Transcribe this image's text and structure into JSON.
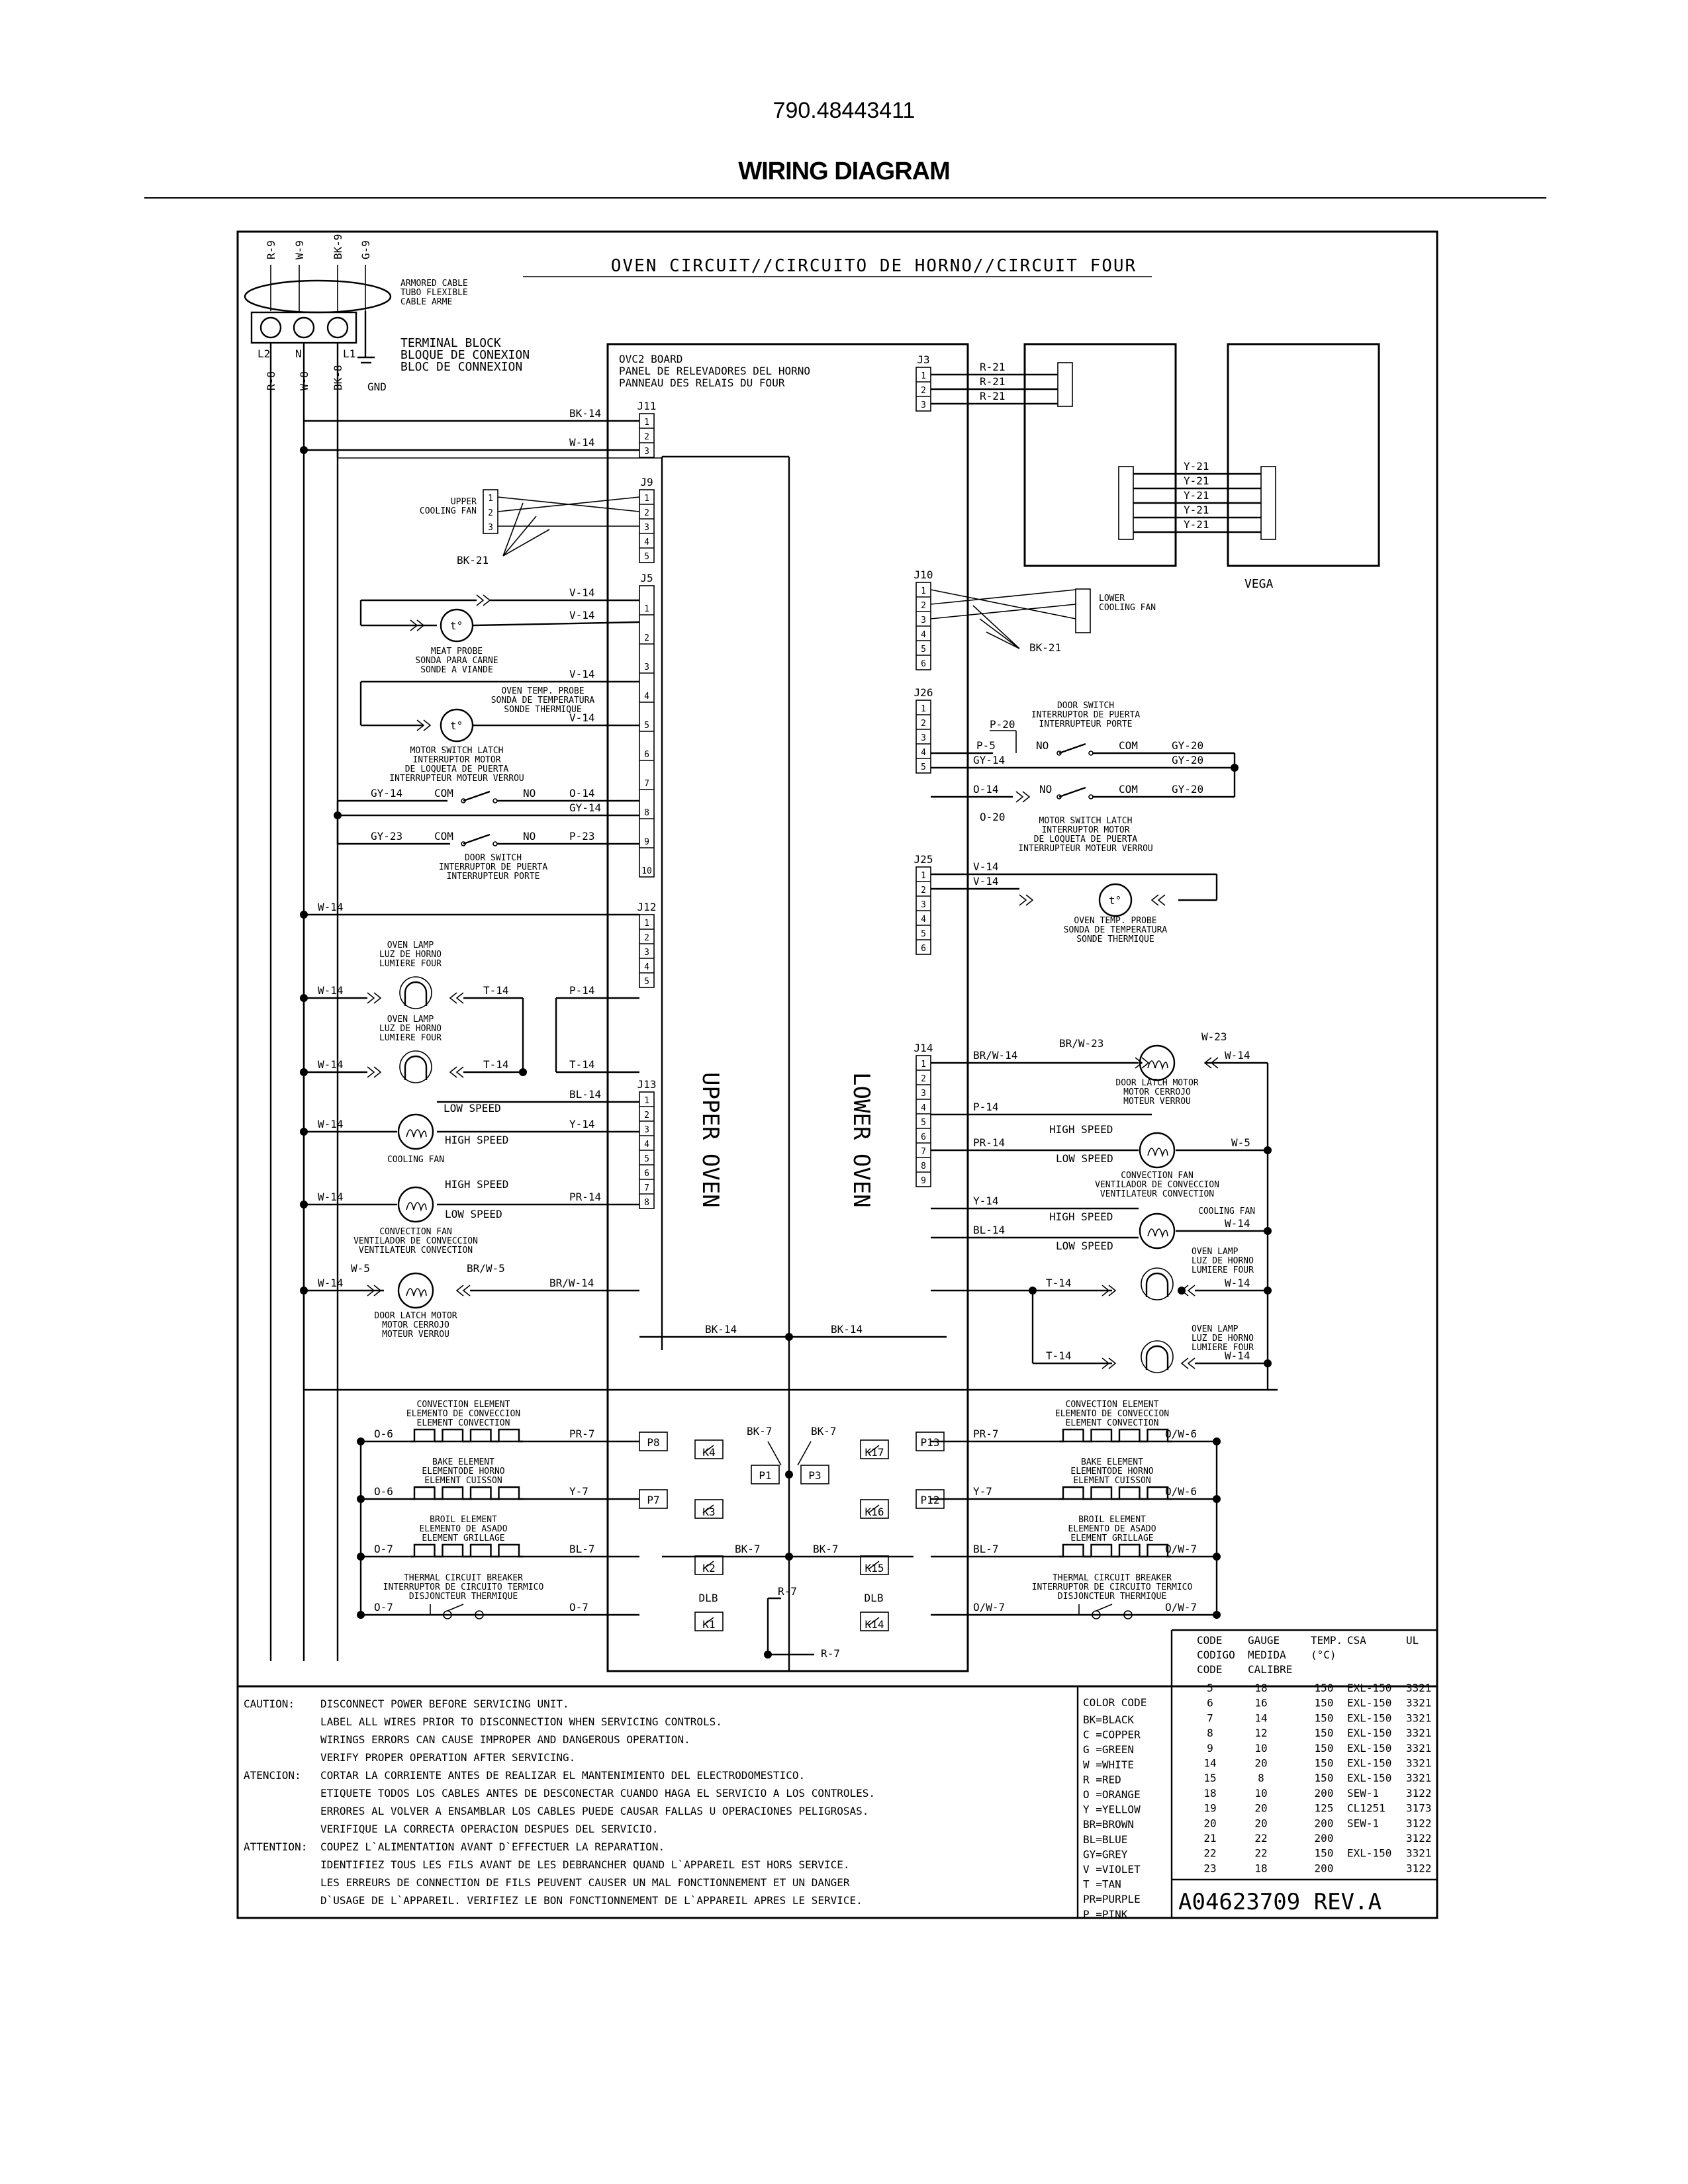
{
  "header": {
    "doc_number": "790.48443411",
    "title": "WIRING DIAGRAM"
  },
  "circuit_title": "OVEN CIRCUIT//CIRCUITO DE HORNO//CIRCUIT FOUR",
  "supply": {
    "top_wires": [
      "R-9",
      "W-9",
      "BK-9",
      "G-9"
    ],
    "bottom_wires": [
      "R-8",
      "W-8",
      "BK-8"
    ],
    "cable": [
      "ARMORED CABLE",
      "TUBO FLEXIBLE",
      "CABLE ARME"
    ],
    "terminal_labels": [
      "L2",
      "N",
      "L1"
    ],
    "gnd": "GND",
    "terminal_block": [
      "TERMINAL BLOCK",
      "BLOQUE DE CONEXION",
      "BLOC DE CONNEXION"
    ]
  },
  "board": {
    "label": [
      "OVC2 BOARD",
      "PANEL DE RELEVADORES DEL HORNO",
      "PANNEAU DES RELAIS DU FOUR"
    ],
    "upper": "UPPER OVEN",
    "lower": "LOWER OVEN"
  },
  "connectors": {
    "J11": "J11",
    "J9": "J9",
    "J5": "J5",
    "J12": "J12",
    "J13": "J13",
    "J3": "J3",
    "J10": "J10",
    "J26": "J26",
    "J25": "J25",
    "J14": "J14"
  },
  "vega": "VEGA",
  "wires": {
    "bk14": "BK-14",
    "w14": "W-14",
    "bk21": "BK-21",
    "v14": "V-14",
    "o14": "O-14",
    "gy14": "GY-14",
    "gy23": "GY-23",
    "p23": "P-23",
    "t14": "T-14",
    "p14": "P-14",
    "bl14": "BL-14",
    "y14": "Y-14",
    "pr14": "PR-14",
    "w5": "W-5",
    "brw5": "BR/W-5",
    "brw14": "BR/W-14",
    "r21": "R-21",
    "y21": "Y-21",
    "p5": "P-5",
    "p20": "P-20",
    "gy20": "GY-20",
    "o20": "O-20",
    "brw23": "BR/W-23",
    "w23": "W-23",
    "bk7": "BK-7",
    "pr7": "PR-7",
    "y7": "Y-7",
    "bl7": "BL-7",
    "r7": "R-7",
    "o6": "O-6",
    "o7": "O-7",
    "ow6": "O/W-6",
    "ow7": "O/W-7"
  },
  "switch_terms": {
    "com": "COM",
    "no": "NO"
  },
  "speeds": {
    "low": "LOW SPEED",
    "high": "HIGH SPEED"
  },
  "components": {
    "upper_cooling_fan": [
      "UPPER",
      "COOLING FAN"
    ],
    "lower_cooling_fan": [
      "LOWER",
      "COOLING FAN"
    ],
    "meat_probe": [
      "MEAT PROBE",
      "SONDA PARA CARNE",
      "SONDE A VIANDE"
    ],
    "oven_temp_probe": [
      "OVEN TEMP. PROBE",
      "SONDA DE TEMPERATURA",
      "SONDE THERMIQUE"
    ],
    "motor_switch_latch": [
      "MOTOR SWITCH LATCH",
      "INTERRUPTOR MOTOR",
      "DE LOQUETA DE PUERTA",
      "INTERRUPTEUR MOTEUR VERROU"
    ],
    "door_switch": [
      "DOOR SWITCH",
      "INTERRUPTOR DE PUERTA",
      "INTERRUPTEUR PORTE"
    ],
    "oven_lamp": [
      "OVEN LAMP",
      "LUZ DE HORNO",
      "LUMIERE FOUR"
    ],
    "cooling_fan": "COOLING FAN",
    "convection_fan": [
      "CONVECTION FAN",
      "VENTILADOR DE CONVECCION",
      "VENTILATEUR CONVECTION"
    ],
    "door_latch_motor": [
      "DOOR LATCH MOTOR",
      "MOTOR CERROJO",
      "MOTEUR VERROU"
    ],
    "convection_element": [
      "CONVECTION ELEMENT",
      "ELEMENTO DE CONVECCION",
      "ELEMENT CONVECTION"
    ],
    "bake_element": [
      "BAKE ELEMENT",
      "ELEMENTODE HORNO",
      "ELEMENT CUISSON"
    ],
    "broil_element": [
      "BROIL ELEMENT",
      "ELEMENTO DE ASADO",
      "ELEMENT GRILLAGE"
    ],
    "thermal_breaker": [
      "THERMAL CIRCUIT BREAKER",
      "INTERRUPTOR DE CIRCUITO TERMICO",
      "DISJONCTEUR THERMIQUE"
    ]
  },
  "relays": {
    "upper": [
      "P8",
      "K4",
      "P7",
      "K3",
      "K2",
      "DLB",
      "K1",
      "P1"
    ],
    "lower": [
      "P3",
      "K17",
      "P13",
      "K16",
      "P12",
      "K15",
      "DLB",
      "K14"
    ]
  },
  "cautions": {
    "caution_label": "CAUTION:",
    "caution": [
      "DISCONNECT POWER BEFORE SERVICING UNIT.",
      "LABEL ALL WIRES PRIOR TO DISCONNECTION WHEN SERVICING CONTROLS.",
      "WIRINGS ERRORS CAN CAUSE IMPROPER AND DANGEROUS OPERATION.",
      "VERIFY PROPER OPERATION AFTER SERVICING."
    ],
    "atencion_label": "ATENCION:",
    "atencion": [
      "CORTAR LA CORRIENTE ANTES DE REALIZAR EL MANTENIMIENTO DEL ELECTRODOMESTICO.",
      "ETIQUETE TODOS LOS CABLES ANTES DE DESCONECTAR CUANDO HAGA EL SERVICIO A LOS CONTROLES.",
      "ERRORES AL VOLVER A ENSAMBLAR LOS CABLES PUEDE CAUSAR FALLAS U OPERACIONES PELIGROSAS.",
      "VERIFIQUE LA CORRECTA OPERACION DESPUES DEL SERVICIO."
    ],
    "attention_label": "ATTENTION:",
    "attention": [
      "COUPEZ L`ALIMENTATION AVANT D`EFFECTUER LA REPARATION.",
      "IDENTIFIEZ TOUS LES FILS AVANT DE LES DEBRANCHER QUAND L`APPAREIL EST HORS SERVICE.",
      "LES ERREURS DE CONNECTION DE FILS PEUVENT CAUSER UN MAL FONCTIONNEMENT ET UN DANGER",
      "D`USAGE DE L`APPAREIL. VERIFIEZ LE BON FONCTIONNEMENT DE L`APPAREIL APRES LE SERVICE."
    ]
  },
  "color_code": {
    "title": "COLOR CODE",
    "entries": [
      "BK=BLACK",
      "C =COPPER",
      "G =GREEN",
      "W =WHITE",
      "R =RED",
      "O =ORANGE",
      "Y =YELLOW",
      "BR=BROWN",
      "BL=BLUE",
      "GY=GREY",
      "V =VIOLET",
      "T =TAN",
      "PR=PURPLE",
      "P =PINK"
    ]
  },
  "gauge_table": {
    "header": [
      [
        "CODE",
        "GAUGE",
        "TEMP.",
        "CSA",
        "UL"
      ],
      [
        "CODIGO",
        "MEDIDA",
        "(°C)",
        "",
        ""
      ],
      [
        "CODE",
        "CALIBRE",
        "",
        "",
        ""
      ]
    ],
    "rows": [
      [
        "5",
        "18",
        "150",
        "EXL-150",
        "3321"
      ],
      [
        "6",
        "16",
        "150",
        "EXL-150",
        "3321"
      ],
      [
        "7",
        "14",
        "150",
        "EXL-150",
        "3321"
      ],
      [
        "8",
        "12",
        "150",
        "EXL-150",
        "3321"
      ],
      [
        "9",
        "10",
        "150",
        "EXL-150",
        "3321"
      ],
      [
        "14",
        "20",
        "150",
        "EXL-150",
        "3321"
      ],
      [
        "15",
        "8",
        "150",
        "EXL-150",
        "3321"
      ],
      [
        "18",
        "10",
        "200",
        "SEW-1",
        "3122"
      ],
      [
        "19",
        "20",
        "125",
        "CL1251",
        "3173"
      ],
      [
        "20",
        "20",
        "200",
        "SEW-1",
        "3122"
      ],
      [
        "21",
        "22",
        "200",
        "",
        "3122"
      ],
      [
        "22",
        "22",
        "150",
        "EXL-150",
        "3321"
      ],
      [
        "23",
        "18",
        "200",
        "",
        "3122"
      ]
    ]
  },
  "part_number": "A04623709 REV.A"
}
